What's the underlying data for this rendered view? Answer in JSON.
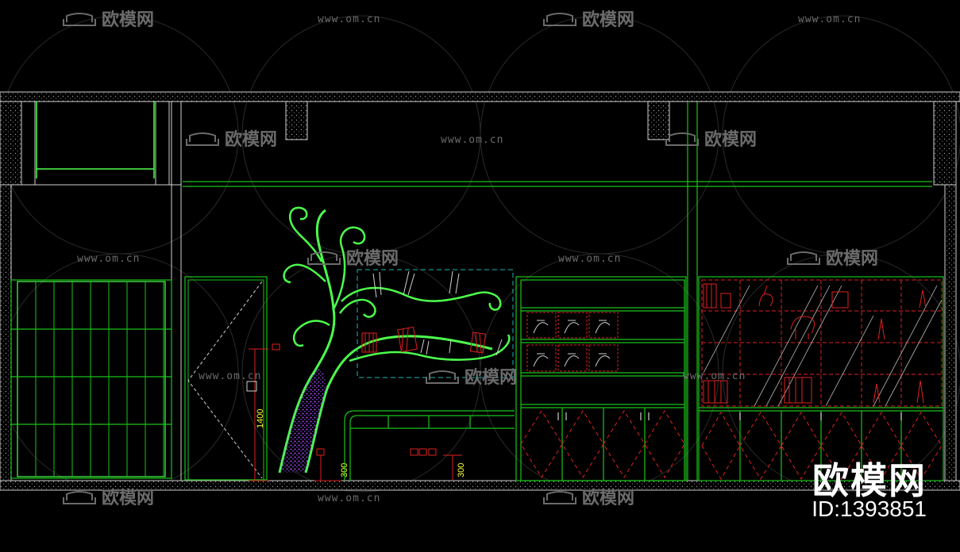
{
  "watermark": {
    "brand": "欧模网",
    "url": "www.om.cn"
  },
  "dimensions": {
    "outlet_height": "1400",
    "switch_height_left": "300",
    "switch_height_right": "300"
  },
  "badge": {
    "brand": "欧模网",
    "id": "ID:1393851"
  },
  "colors": {
    "background": "#000000",
    "line_green": "#19c419",
    "bright_green": "#4cff4c",
    "detail_red": "#e02020",
    "dimension_yellow": "#ffff33",
    "hatch_white": "#d0d0d0",
    "cyan_frame": "#1fb5b5",
    "magenta_texture": "#d04cff",
    "watermark_gray": "#6b6b6b"
  }
}
